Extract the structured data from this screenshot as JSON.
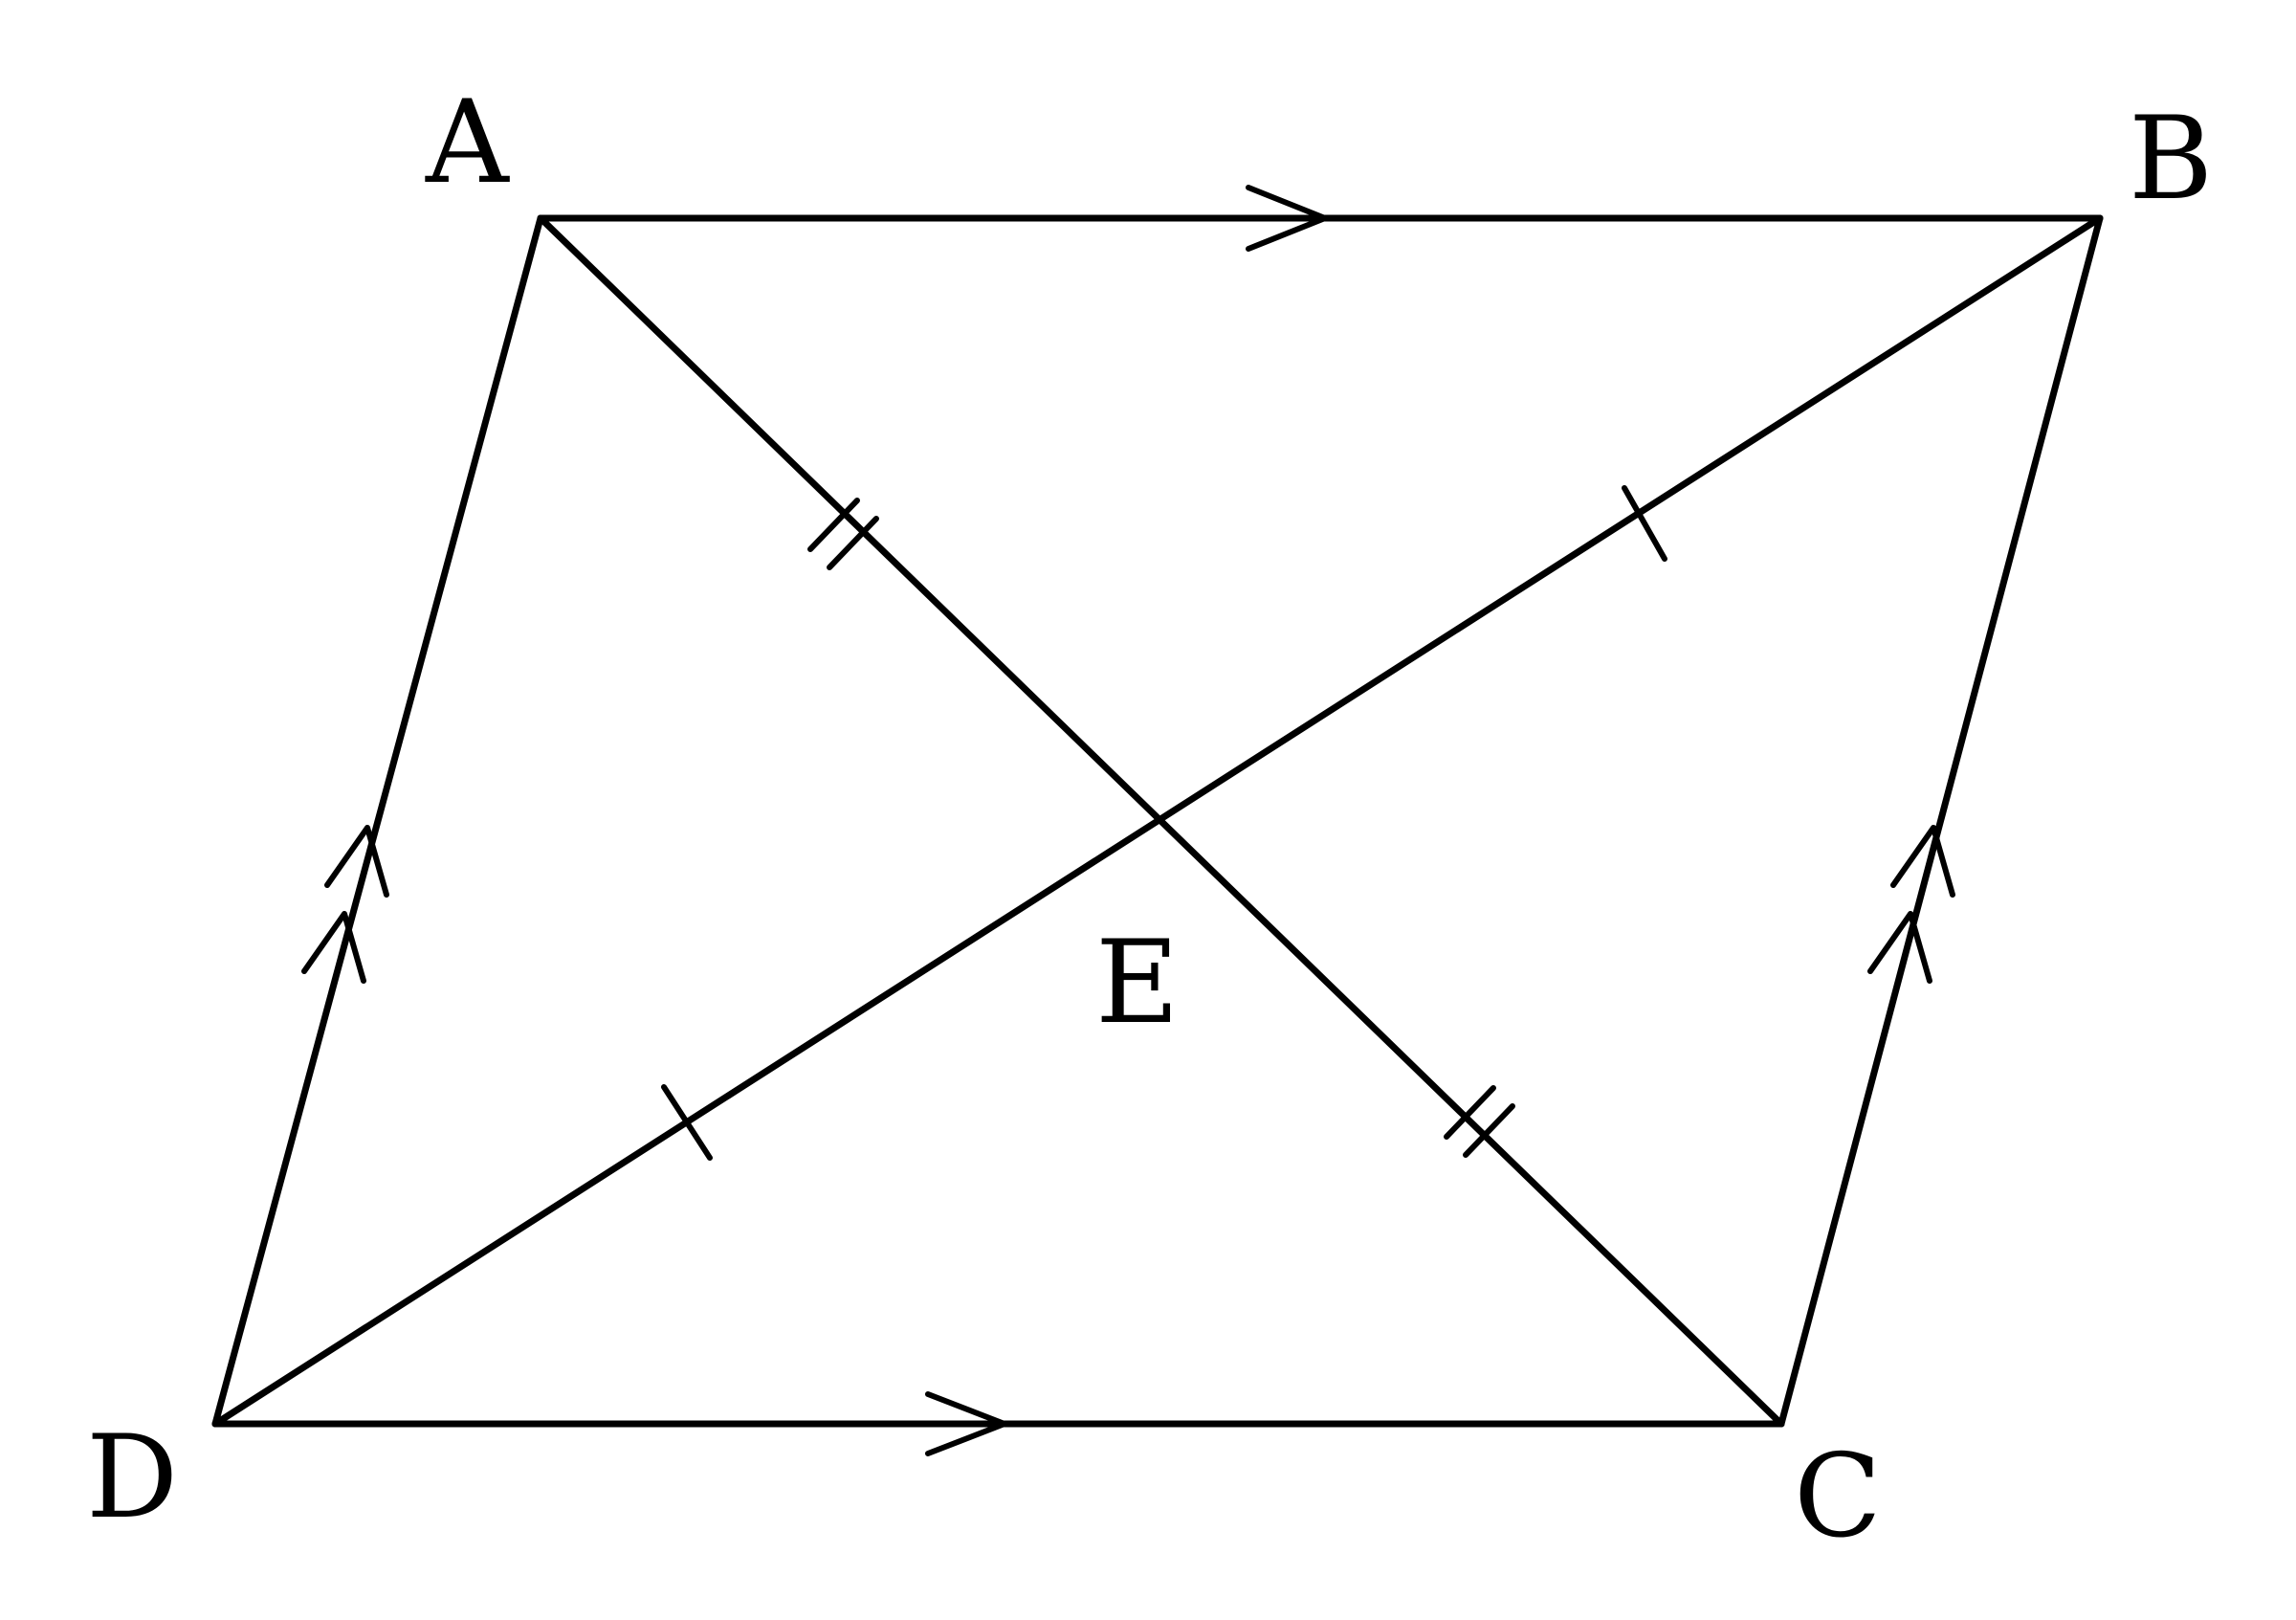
{
  "figure": {
    "type": "parallelogram with diagonals",
    "vertices": [
      {
        "id": "A",
        "label": "A"
      },
      {
        "id": "B",
        "label": "B"
      },
      {
        "id": "C",
        "label": "C"
      },
      {
        "id": "D",
        "label": "D"
      },
      {
        "id": "E",
        "label": "E"
      }
    ],
    "sides": [
      {
        "from": "A",
        "to": "B",
        "parallel_arrows": 1
      },
      {
        "from": "D",
        "to": "C",
        "parallel_arrows": 1
      },
      {
        "from": "D",
        "to": "A",
        "parallel_arrows": 2
      },
      {
        "from": "C",
        "to": "B",
        "parallel_arrows": 2
      }
    ],
    "diagonals": [
      {
        "from": "A",
        "to": "C",
        "tick_marks": 2
      },
      {
        "from": "B",
        "to": "D",
        "tick_marks": 1
      }
    ],
    "intersection": "E",
    "colors": {
      "stroke": "#000000",
      "background": "#ffffff"
    }
  }
}
